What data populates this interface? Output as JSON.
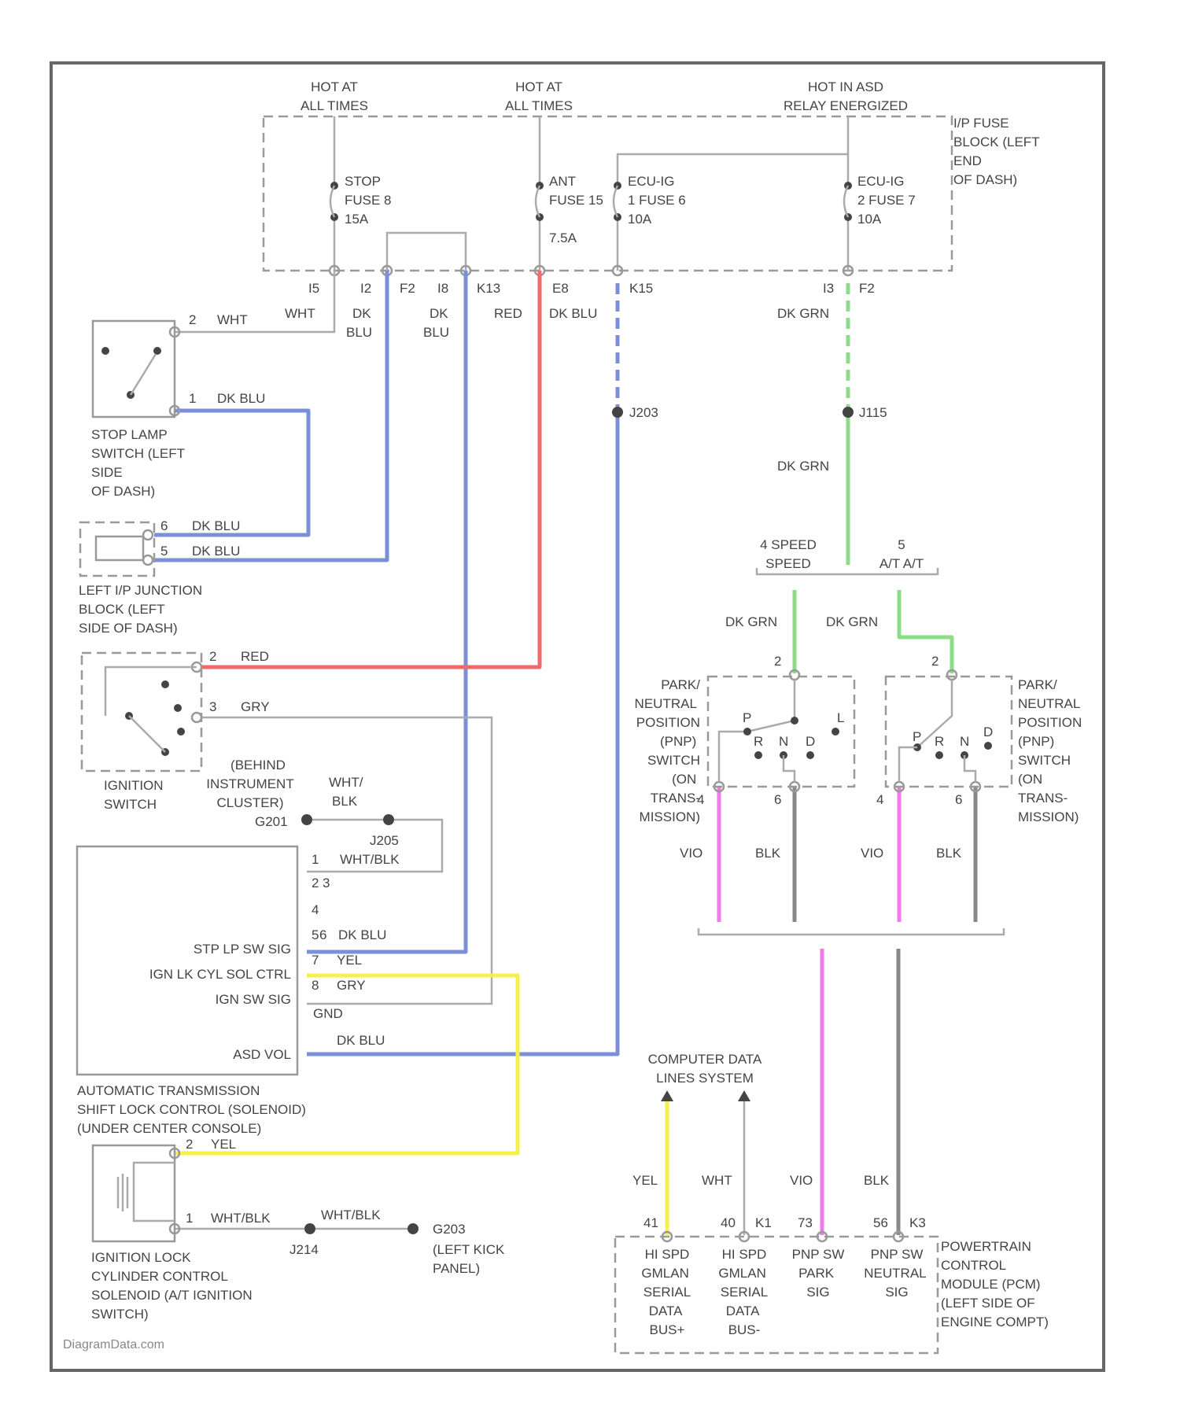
{
  "colors": {
    "blue": "#7a8fd8",
    "red": "#f06a6a",
    "green": "#8edc8a",
    "yellow": "#f6f04a",
    "pink": "#f07ae8",
    "gray": "#888888",
    "line": "#aaaaaa"
  },
  "top": {
    "hot1": [
      "HOT AT",
      "ALL TIMES"
    ],
    "hot2": [
      "HOT AT",
      "ALL TIMES"
    ],
    "hot3": [
      "HOT IN ASD",
      "RELAY ENERGIZED"
    ],
    "fuse_block": [
      "I/P FUSE",
      "BLOCK (LEFT",
      "END",
      "OF DASH)"
    ],
    "fuse_stop": [
      "STOP",
      "FUSE 8",
      "15A"
    ],
    "fuse_ant": [
      "ANT",
      "FUSE 15",
      "7.5A"
    ],
    "fuse_ecu1": [
      "ECU-IG",
      "1 FUSE 6",
      "10A"
    ],
    "fuse_ecu2": [
      "ECU-IG",
      "2 FUSE 7",
      "10A"
    ]
  },
  "pins": {
    "p1": "I5",
    "p2": "I2",
    "p3": "F2",
    "p4": "I8",
    "p5": "K13",
    "p6": "E8",
    "p7": "K15",
    "p8": "I3",
    "p9": "F2"
  },
  "wires": {
    "wht1": "WHT",
    "wht2": "WHT",
    "dkblu_a": [
      "DK",
      "BLU"
    ],
    "dkblu_b": [
      "DK",
      "BLU"
    ],
    "red": "RED",
    "dkblu_top": "DK BLU",
    "dkgrn_top": "DK GRN",
    "dkgrn_mid": "DK GRN",
    "dkgrn_l": "DK GRN",
    "dkgrn_r": "DK GRN",
    "vio_l": "VIO",
    "blk_l": "BLK",
    "vio_r": "VIO",
    "blk_r": "BLK",
    "yel_bottom": "YEL",
    "wht_bottom": "WHT",
    "vio_bottom": "VIO",
    "blk_bottom": "BLK"
  },
  "splices": {
    "j203": "J203",
    "j115": "J115",
    "j205": "J205",
    "j214": "J214"
  },
  "stop_lamp": {
    "pin2": "2",
    "pin2_wire": "WHT",
    "pin1": "1",
    "pin1_wire": "DK BLU",
    "label": [
      "STOP LAMP",
      "SWITCH (LEFT",
      "SIDE",
      "OF DASH)"
    ]
  },
  "junction": {
    "pin6": "6",
    "pin6_wire": "DK BLU",
    "pin5": "5",
    "pin5_wire": "DK BLU",
    "label": [
      "LEFT I/P JUNCTION",
      "BLOCK (LEFT",
      "SIDE OF DASH)"
    ]
  },
  "ignition": {
    "pin2": "2",
    "pin2_wire": "RED",
    "pin3": "3",
    "pin3_wire": "GRY",
    "label": [
      "IGNITION",
      "SWITCH"
    ]
  },
  "ground1": {
    "label": [
      "(BEHIND",
      "INSTRUMENT",
      "CLUSTER)"
    ],
    "id": "G201",
    "wire": [
      "WHT/",
      "BLK"
    ]
  },
  "module": {
    "pins": [
      "1",
      "2",
      "3",
      "4",
      "5",
      "6",
      "7",
      "8"
    ],
    "pin1_wire": "WHT/BLK",
    "pin6_wire": "DK BLU",
    "pin7_wire": "YEL",
    "pin8_wire": "GRY",
    "pin10_wire": "DK BLU",
    "sig1": "STP LP SW SIG",
    "sig2": "IGN LK CYL SOL CTRL",
    "sig3": "IGN SW SIG",
    "sig4": "GND",
    "sig5": "ASD VOL",
    "label": [
      "AUTOMATIC TRANSMISSION",
      "SHIFT LOCK CONTROL (SOLENOID)",
      "(UNDER CENTER CONSOLE)"
    ]
  },
  "lock_solenoid": {
    "pin2": "2",
    "pin2_wire": "YEL",
    "pin1": "1",
    "pin1_wire": "WHT/BLK",
    "wire2": "WHT/BLK",
    "ground": "G203",
    "ground_label": [
      "(LEFT KICK",
      "PANEL)"
    ],
    "label": [
      "IGNITION LOCK",
      "CYLINDER CONTROL",
      "SOLENOID (A/T IGNITION",
      "SWITCH)"
    ]
  },
  "speeds": {
    "s4": [
      "4 SPEED",
      "SPEED"
    ],
    "s5": [
      "5",
      "A/T A/T"
    ]
  },
  "pnp_left": {
    "pin2": "2",
    "pin4": "4",
    "pin6": "6",
    "contacts": [
      "P",
      "R",
      "N",
      "D",
      "L"
    ],
    "label": [
      "PARK/",
      "NEUTRAL",
      "POSITION",
      "(PNP)",
      "SWITCH",
      "(ON",
      "TRANS-",
      "MISSION)"
    ]
  },
  "pnp_right": {
    "pin2": "2",
    "pin4": "4",
    "pin6": "6",
    "contacts": [
      "P",
      "R",
      "N",
      "D"
    ],
    "label": [
      "PARK/",
      "NEUTRAL",
      "POSITION",
      "(PNP)",
      "SWITCH",
      "(ON",
      "TRANS-",
      "MISSION)"
    ]
  },
  "data_lines": [
    "COMPUTER DATA",
    "LINES SYSTEM"
  ],
  "pcm": {
    "pins": [
      "41",
      "40",
      "K1",
      "73",
      "56",
      "K3"
    ],
    "col1": [
      "HI SPD",
      "GMLAN",
      "SERIAL",
      "DATA",
      "BUS+"
    ],
    "col2": [
      "HI SPD",
      "GMLAN",
      "SERIAL",
      "DATA",
      "BUS-"
    ],
    "col3": [
      "PNP SW",
      "PARK",
      "SIG"
    ],
    "col4": [
      "PNP SW",
      "NEUTRAL",
      "SIG"
    ],
    "label": [
      "POWERTRAIN",
      "CONTROL",
      "MODULE (PCM)",
      "(LEFT SIDE OF",
      "ENGINE COMPT)"
    ]
  },
  "watermark": "DiagramData.com"
}
